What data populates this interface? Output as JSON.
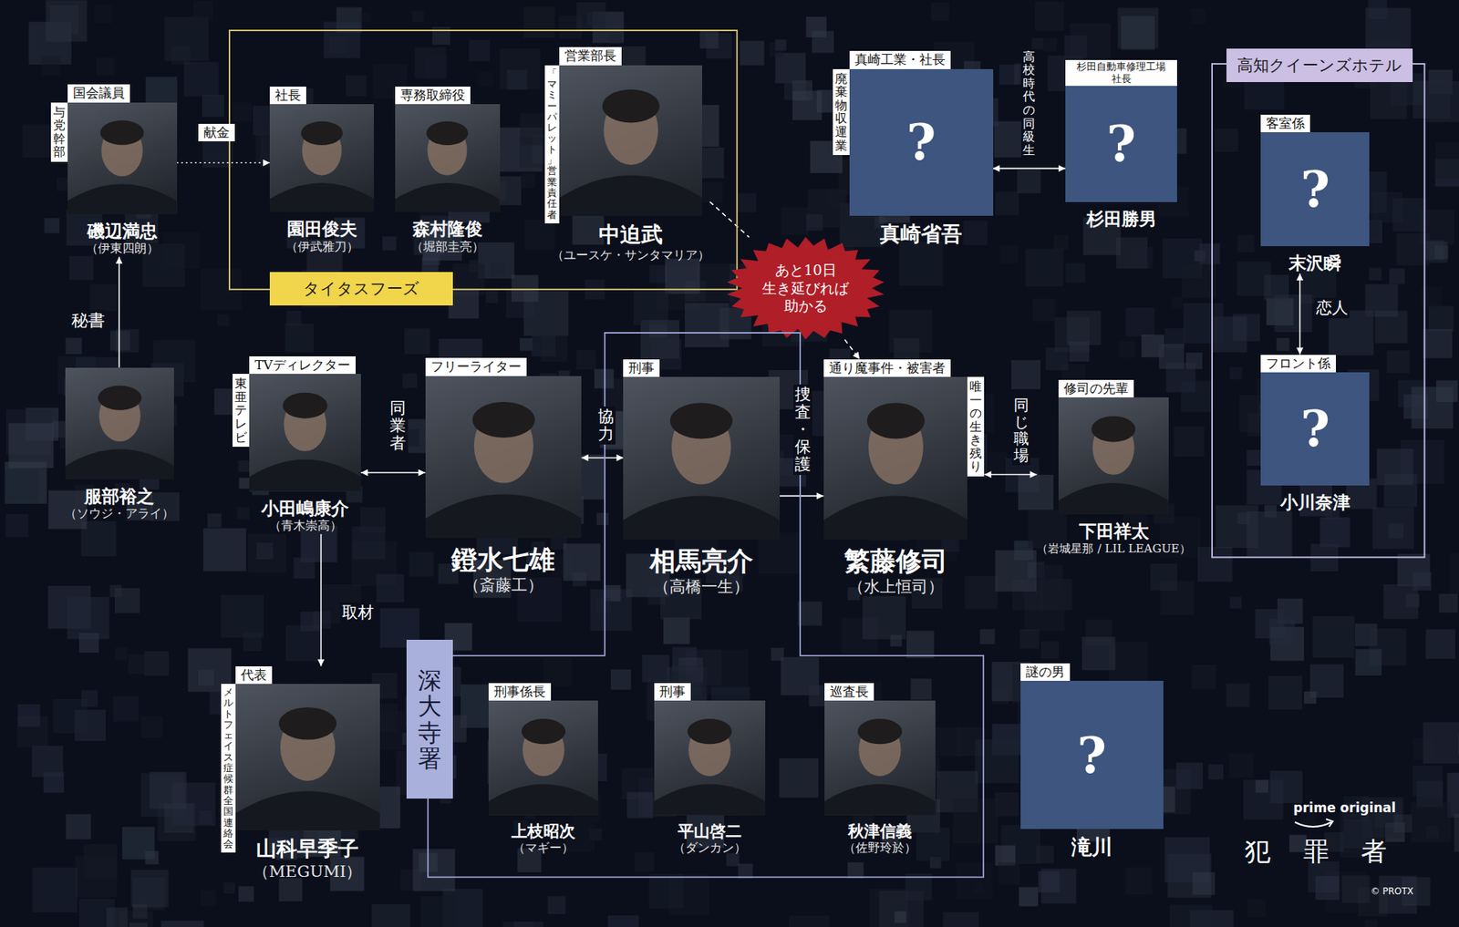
{
  "diagram": {
    "nodes": [
      {
        "text": [
          "国会議員",
          "与党幹部",
          "磯辺満忠",
          "（伊東四朗）"
        ]
      },
      {
        "text": [
          "タイタスフーズ"
        ]
      },
      {
        "text": [
          "社長",
          "園田俊夫",
          "（伊武雅刀）"
        ],
        "in": 1
      },
      {
        "text": [
          "専務取締役",
          "森村隆俊",
          "（堀部圭亮）"
        ],
        "in": 1
      },
      {
        "text": [
          "営業部長",
          "「マミーパレット」 営業責任者",
          "中迫武",
          "（ユースケ・サンタマリア）"
        ],
        "in": 1
      },
      {
        "text": [
          "真崎工業・社長",
          "廃棄物収運業",
          "?",
          "真崎省吾"
        ]
      },
      {
        "text": [
          "杉田自動車修理工場 社長",
          "?",
          "杉田勝男"
        ]
      },
      {
        "text": [
          "高知クイーンズホテル"
        ]
      },
      {
        "text": [
          "客室係",
          "?",
          "末沢瞬"
        ],
        "in": 7
      },
      {
        "text": [
          "フロント係",
          "?",
          "小川奈津"
        ],
        "in": 7
      },
      {
        "text": [
          "あと10日 生き延びれば 助かる"
        ]
      },
      {
        "text": [
          "服部裕之",
          "（ソウジ・アライ）"
        ]
      },
      {
        "text": [
          "TVディレクター",
          "東亜テレビ",
          "小田嶋康介",
          "（青木崇高）"
        ]
      },
      {
        "text": [
          "フリーライター",
          "鐙水七雄",
          "（斎藤工）"
        ]
      },
      {
        "text": [
          "深大寺署"
        ]
      },
      {
        "text": [
          "刑事",
          "相馬亮介",
          "（高橋一生）"
        ],
        "in": 14
      },
      {
        "text": [
          "通り魔事件・被害者",
          "唯一の生き残り",
          "繁藤修司",
          "（水上恒司）"
        ]
      },
      {
        "text": [
          "修司の先輩",
          "下田祥太",
          "（岩城星那 / LIL LEAGUE）"
        ]
      },
      {
        "text": [
          "代表",
          "メルトフェイス症候群 全国連絡会",
          "山科早季子",
          "（MEGUMI）"
        ]
      },
      {
        "text": [
          "刑事係長",
          "上枝昭次",
          "（マギー）"
        ],
        "in": 14
      },
      {
        "text": [
          "刑事",
          "平山啓二",
          "（ダンカン）"
        ],
        "in": 14
      },
      {
        "text": [
          "巡査長",
          "秋津信義",
          "（佐野玲於）"
        ],
        "in": 14
      },
      {
        "text": [
          "謎の男",
          "?",
          "滝川"
        ]
      }
    ],
    "edges": [
      {
        "from": 0,
        "to": 2,
        "label": "献金",
        "arrow": "to"
      },
      {
        "from": 11,
        "to": 0,
        "label": "秘書",
        "arrow": "to"
      },
      {
        "from": 4,
        "to": 10,
        "arrow": "none"
      },
      {
        "from": 10,
        "to": 16,
        "arrow": "to"
      },
      {
        "from": 5,
        "to": 6,
        "label": "高校時代の 同級生",
        "arrow": "both"
      },
      {
        "from": 8,
        "to": 9,
        "label": "恋人",
        "arrow": "both"
      },
      {
        "from": 12,
        "to": 13,
        "label": "同業者",
        "arrow": "both"
      },
      {
        "from": 12,
        "to": 18,
        "label": "取材",
        "arrow": "to"
      },
      {
        "from": 13,
        "to": 15,
        "label": "協力",
        "arrow": "both"
      },
      {
        "from": 15,
        "to": 16,
        "label": "捜査・保護",
        "arrow": "to"
      },
      {
        "from": 16,
        "to": 17,
        "label": "同じ職場",
        "arrow": "both"
      }
    ],
    "labels": [
      "prime original",
      "犯罪者",
      "© PROTX"
    ]
  }
}
